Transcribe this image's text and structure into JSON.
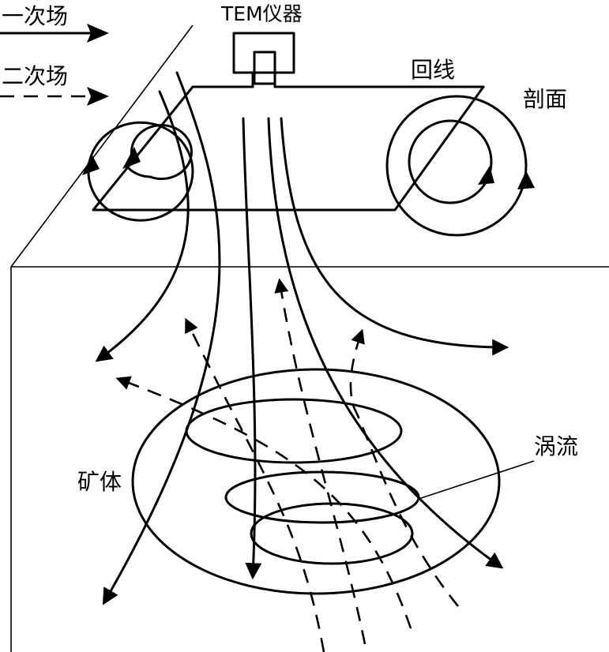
{
  "legend": {
    "primary_field_label": "一次场",
    "secondary_field_label": "二次场"
  },
  "labels": {
    "instrument": "TEM仪器",
    "loop": "回线",
    "profile": "剖面",
    "eddy_current": "涡流",
    "ore_body": "矿体"
  }
}
